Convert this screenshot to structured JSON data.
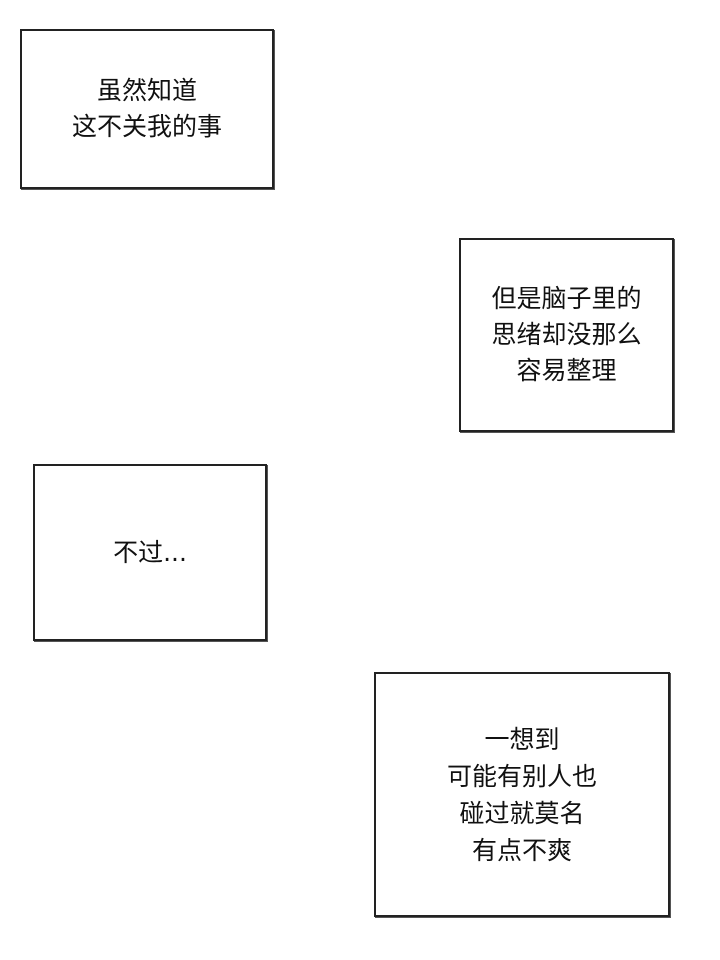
{
  "panels": [
    {
      "lines": [
        "虽然知道",
        "这不关我的事"
      ]
    },
    {
      "lines": [
        "但是脑子里的",
        "思绪却没那么",
        "容易整理"
      ]
    },
    {
      "lines": [
        "不过..."
      ]
    },
    {
      "lines": [
        "一想到",
        "可能有别人也",
        "碰过就莫名",
        "有点不爽"
      ]
    }
  ]
}
